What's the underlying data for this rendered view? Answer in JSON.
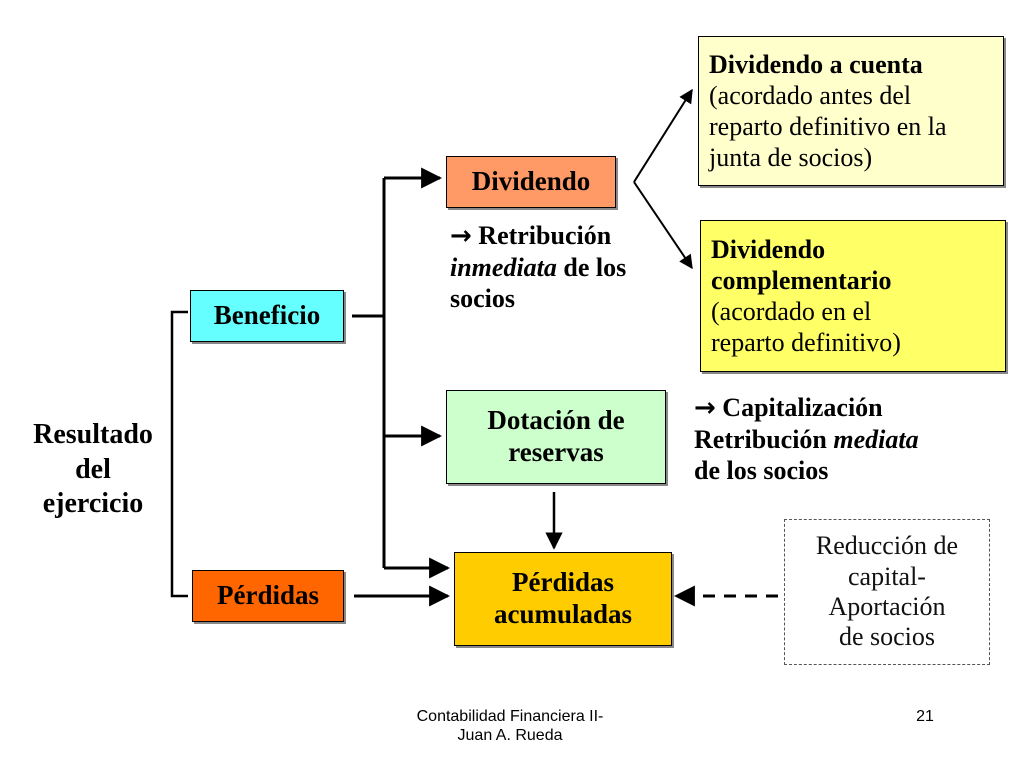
{
  "diagram": {
    "root": {
      "lines": [
        "Resultado",
        "del",
        "ejercicio"
      ]
    },
    "beneficio": "Beneficio",
    "perdidas": "Pérdidas",
    "dividendo": "Dividendo",
    "dividendo_cuenta": {
      "title": "Dividendo a cuenta",
      "detail": [
        "(acordado antes del",
        "reparto definitivo en la",
        "junta de socios)"
      ]
    },
    "dividendo_complementario": {
      "title": [
        "Dividendo",
        "complementario"
      ],
      "detail": [
        "(acordado en el",
        "reparto definitivo)"
      ]
    },
    "retribucion_inmediata": {
      "arrow": "→",
      "l1": "Retribución",
      "l2_italic": "inmediata",
      "l2_rest": " de los",
      "l3": "socios"
    },
    "dotacion": [
      "Dotación de",
      "reservas"
    ],
    "capitalizacion": {
      "arrow": "→",
      "l1": "Capitalización",
      "l2_pre": "Retribución ",
      "l2_italic": "mediata",
      "l3": "de los socios"
    },
    "perdidas_acumuladas": [
      "Pérdidas",
      "acumuladas"
    ],
    "reduccion": [
      "Reducción de",
      "capital-",
      "Aportación",
      "de socios"
    ]
  },
  "colors": {
    "beneficio": "#66FFFF",
    "perdidas": "#FF6600",
    "dividendo": "#FF9966",
    "dividendo_cuenta": "#FFFFCC",
    "dividendo_complementario": "#FFFF66",
    "dotacion": "#CCFFCC",
    "perdidas_acumuladas": "#FFCC00"
  },
  "footer": {
    "text": [
      "Contabilidad Financiera II-",
      "Juan A. Rueda"
    ],
    "page_number": "21"
  }
}
